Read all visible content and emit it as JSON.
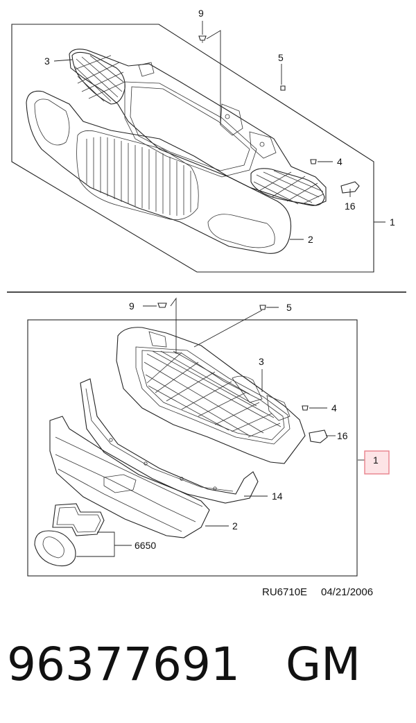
{
  "upper_diagram": {
    "callouts": [
      "9",
      "3",
      "5",
      "4",
      "16",
      "1",
      "2"
    ]
  },
  "lower_diagram": {
    "callouts": [
      "9",
      "5",
      "3",
      "4",
      "16",
      "1",
      "14",
      "2",
      "6650"
    ],
    "highlighted_callout": "1",
    "highlight_color": "#e8808a",
    "highlight_fill": "#fde4e6"
  },
  "reference": {
    "code": "RU6710E",
    "date": "04/21/2006"
  },
  "part": {
    "number": "96377691",
    "brand": "GM"
  }
}
